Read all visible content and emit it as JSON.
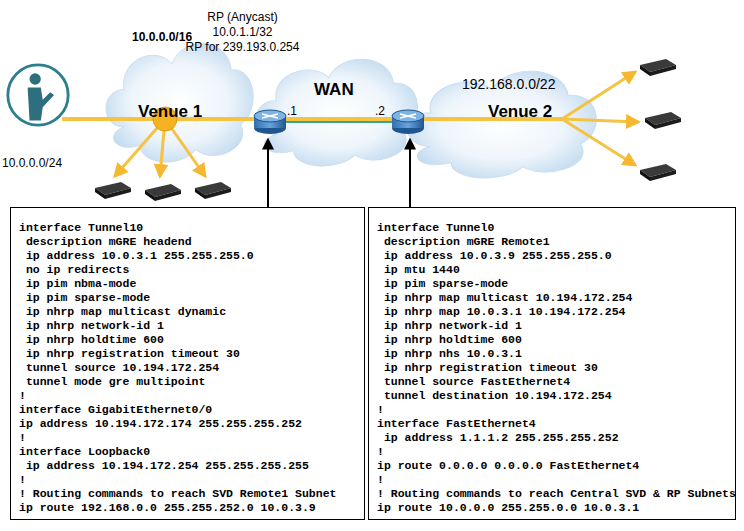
{
  "diagram": {
    "nodes": [
      {
        "text": [
          "10.0.0.0/24"
        ]
      },
      {
        "text": [
          "10.0.0.0/16",
          "Venue 1"
        ]
      },
      {
        "text": [
          "WAN"
        ]
      },
      {
        "text": [
          "192.168.0.0/22",
          "Venue 2"
        ]
      },
      {
        "text": [
          "interface Tunnel10",
          " description mGRE headend",
          " ip address 10.0.3.1 255.255.255.0",
          " no ip redirects",
          " ip pim nbma-mode",
          " ip pim sparse-mode",
          " ip nhrp map multicast dynamic",
          " ip nhrp network-id 1",
          " ip nhrp holdtime 600",
          " ip nhrp registration timeout 30",
          " tunnel source 10.194.172.254",
          " tunnel mode gre multipoint",
          "!",
          "interface GigabitEthernet0/0",
          "ip address 10.194.172.174 255.255.255.252",
          "!",
          "interface Loopback0",
          " ip address 10.194.172.254 255.255.255.255",
          "!",
          "! Routing commands to reach SVD Remote1 Subnet",
          "ip route 192.168.0.0 255.255.252.0 10.0.3.9"
        ]
      },
      {
        "text": [
          "interface Tunnel0",
          " description mGRE Remote1",
          " ip address 10.0.3.9 255.255.255.0",
          " ip mtu 1440",
          " ip pim sparse-mode",
          " ip nhrp map multicast 10.194.172.254",
          " ip nhrp map 10.0.3.1 10.194.172.254",
          " ip nhrp network-id 1",
          " ip nhrp holdtime 600",
          " ip nhrp nhs 10.0.3.1",
          " ip nhrp registration timeout 30",
          " tunnel source FastEthernet4",
          " tunnel destination 10.194.172.254",
          "!",
          "interface FastEthernet4",
          " ip address 1.1.1.2 255.255.255.252",
          "!",
          "ip route 0.0.0.0 0.0.0.0 FastEthernet4",
          "!",
          "! Routing commands to reach Central SVD & RP Subnets",
          "ip route 10.0.0.0 255.255.0.0 10.0.3.1"
        ]
      }
    ],
    "labels": [
      "RP (Anycast)",
      "10.0.1.1/32",
      "RP for 239.193.0.254",
      ".1",
      ".2"
    ]
  }
}
